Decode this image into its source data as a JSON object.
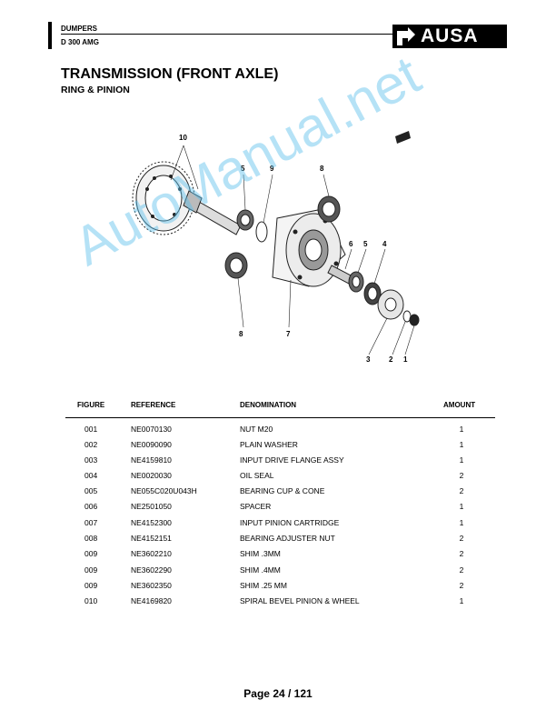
{
  "header": {
    "category": "DUMPERS",
    "model": "D 300 AMG",
    "logo_text": "AUSA"
  },
  "title": "TRANSMISSION (FRONT AXLE)",
  "subtitle": "RING & PINION",
  "diagram": {
    "callouts": [
      "10",
      "5",
      "9",
      "8",
      "6",
      "5",
      "4",
      "8",
      "7",
      "3",
      "2",
      "1"
    ]
  },
  "watermark": "AutoManual.net",
  "table": {
    "columns": {
      "figure": "FIGURE",
      "reference": "REFERENCE",
      "denomination": "DENOMINATION",
      "amount": "AMOUNT"
    },
    "rows": [
      {
        "figure": "001",
        "reference": "NE0070130",
        "denomination": "NUT M20",
        "amount": "1"
      },
      {
        "figure": "002",
        "reference": "NE0090090",
        "denomination": "PLAIN WASHER",
        "amount": "1"
      },
      {
        "figure": "003",
        "reference": "NE4159810",
        "denomination": "INPUT DRIVE FLANGE ASSY",
        "amount": "1"
      },
      {
        "figure": "004",
        "reference": "NE0020030",
        "denomination": "OIL SEAL",
        "amount": "2"
      },
      {
        "figure": "005",
        "reference": "NE055C020U043H",
        "denomination": "BEARING CUP & CONE",
        "amount": "2"
      },
      {
        "figure": "006",
        "reference": "NE2501050",
        "denomination": "SPACER",
        "amount": "1"
      },
      {
        "figure": "007",
        "reference": "NE4152300",
        "denomination": "INPUT PINION CARTRIDGE",
        "amount": "1"
      },
      {
        "figure": "008",
        "reference": "NE4152151",
        "denomination": "BEARING ADJUSTER NUT",
        "amount": "2"
      },
      {
        "figure": "009",
        "reference": "NE3602210",
        "denomination": "SHIM .3MM",
        "amount": "2"
      },
      {
        "figure": "009",
        "reference": "NE3602290",
        "denomination": "SHIM .4MM",
        "amount": "2"
      },
      {
        "figure": "009",
        "reference": "NE3602350",
        "denomination": "SHIM .25 MM",
        "amount": "2"
      },
      {
        "figure": "010",
        "reference": "NE4169820",
        "denomination": "SPIRAL BEVEL PINION & WHEEL",
        "amount": "1"
      }
    ]
  },
  "footer": {
    "page_label": "Page 24 / 121"
  }
}
